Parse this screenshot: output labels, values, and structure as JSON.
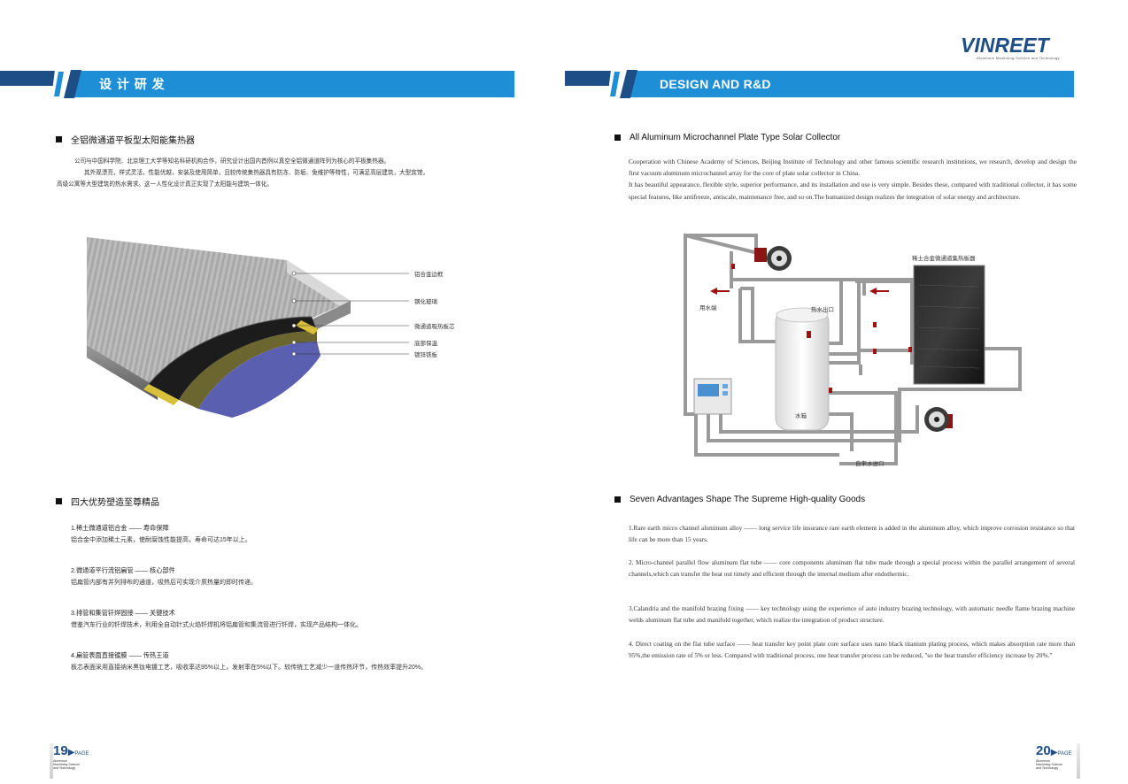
{
  "brand": {
    "logo": "VINREET",
    "tagline": "Aluminum Machining Science and Technology"
  },
  "left": {
    "header_title": "设 计 研 发",
    "section1_title": "全铝微通道平板型太阳能集热器",
    "intro": [
      "公司与中国科学院、北京理工大学等知名科研机构合作，研究设计出国内首例以真空全铝微通道阵列为核心的平板集热器。",
      "其外观漂亮，样式灵活，性能优越，安装及使用简单，且较传统集热器具有防冻、防垢、免维护等特性，可满足高层建筑，大型宾馆，",
      "高级公寓等大型建筑的热水需求。这一人性化设计真正实现了太阳能与建筑一体化。"
    ],
    "collector_labels": [
      "铝合金边框",
      "钢化玻璃",
      "微通道吸热板芯",
      "底部保温",
      "镀锌铁板"
    ],
    "section2_title": "四大优势塑造至尊精品",
    "advantages": [
      {
        "title": "1.稀土微通道铝合金 —— 寿命保障",
        "text": "铝合金中添加稀土元素，使耐腐蚀性能提高，寿命可达15年以上。"
      },
      {
        "title": "2.微通道平行流铝扁管 —— 核心部件",
        "text": "铝扁管内部有并列排布的通道，吸热后可实现介质热量的即时传递。"
      },
      {
        "title": "3.排管和集管钎焊固接 —— 关键技术",
        "text": "借鉴汽车行业的钎焊技术，利用全自动针式火焰钎焊机将铝扁管和集流管进行钎焊，实现产品结构一体化。"
      },
      {
        "title": "4.扁管表面直接镀膜 —— 传热王道",
        "text": "板芯表面采用直接纳米黑钛电镀工艺，吸收率达95%以上，发射率在5%以下。较传统工艺减少一道传热环节，传热效率提升20%。"
      }
    ],
    "page": {
      "num": "19",
      "word": "PAGE",
      "tag": "Aluminum Machining Science and Technology"
    }
  },
  "right": {
    "header_title": "DESIGN AND R&D",
    "section1_title": "All Aluminum Microchannel Plate Type Solar Collector",
    "intro": "Cooperation with Chinese Academy of Sciences, Beijing Institute of Technology and other famous scientific research institutions, we research, develop and design the first vacuum aluminum microchannel array for the core of plate solar collector in China.",
    "intro2": "It has beautiful appearance, flexible style, superior performance, and its installation and use is very simple. Besides these, compared with traditional collector, it has some special features, like antifreeze, antiscale, maintenance free, and so on.The humanized design realizes the integration of solar energy and architecture.",
    "diagram_labels": {
      "collector": "稀土合金微通道集热板器",
      "hot_out": "热水出口",
      "user": "用水端",
      "tank": "水箱",
      "cold_in": "自来水进口"
    },
    "section2_title": "Seven Advantages Shape The Supreme High-quality Goods",
    "advantages": [
      "1.Rare earth micro channel aluminum   alloy —— long service life insurance rare earth element is added in the aluminum alloy, which improve corrosion resistance so that life can be more than 15 years.",
      "2. Micro-channel parallel flow aluminum flat tube —— core components aluminum flat tube made through a special process within the parallel arrangement of several channels,which can transfer the heat out timely and efficient through the internal medium after endothermic.",
      "3.Calandria and the manifold brazing fixing —— key technology using the experience of auto industry brazing technology, with automatic needle flame brazing machine welds aluminum flat tube and manifold together, which realize the integration of product structure.",
      "4. Direct coating on the flat tube surface —— heat transfer key point plate core surface uses nano black titanium plating process, which makes absorption rate more than 95%,the emission rate of 5% or less. Compared with traditional process, one heat transfer process can be reduced, \"so the heat transfer efficiency increase by 20%.\""
    ],
    "page": {
      "num": "20",
      "word": "PAGE",
      "tag": "Aluminum Machining Science and Technology"
    }
  },
  "colors": {
    "header_blue": "#1e8fd6",
    "header_dark": "#1d4e86",
    "brand": "#1d4e86"
  }
}
